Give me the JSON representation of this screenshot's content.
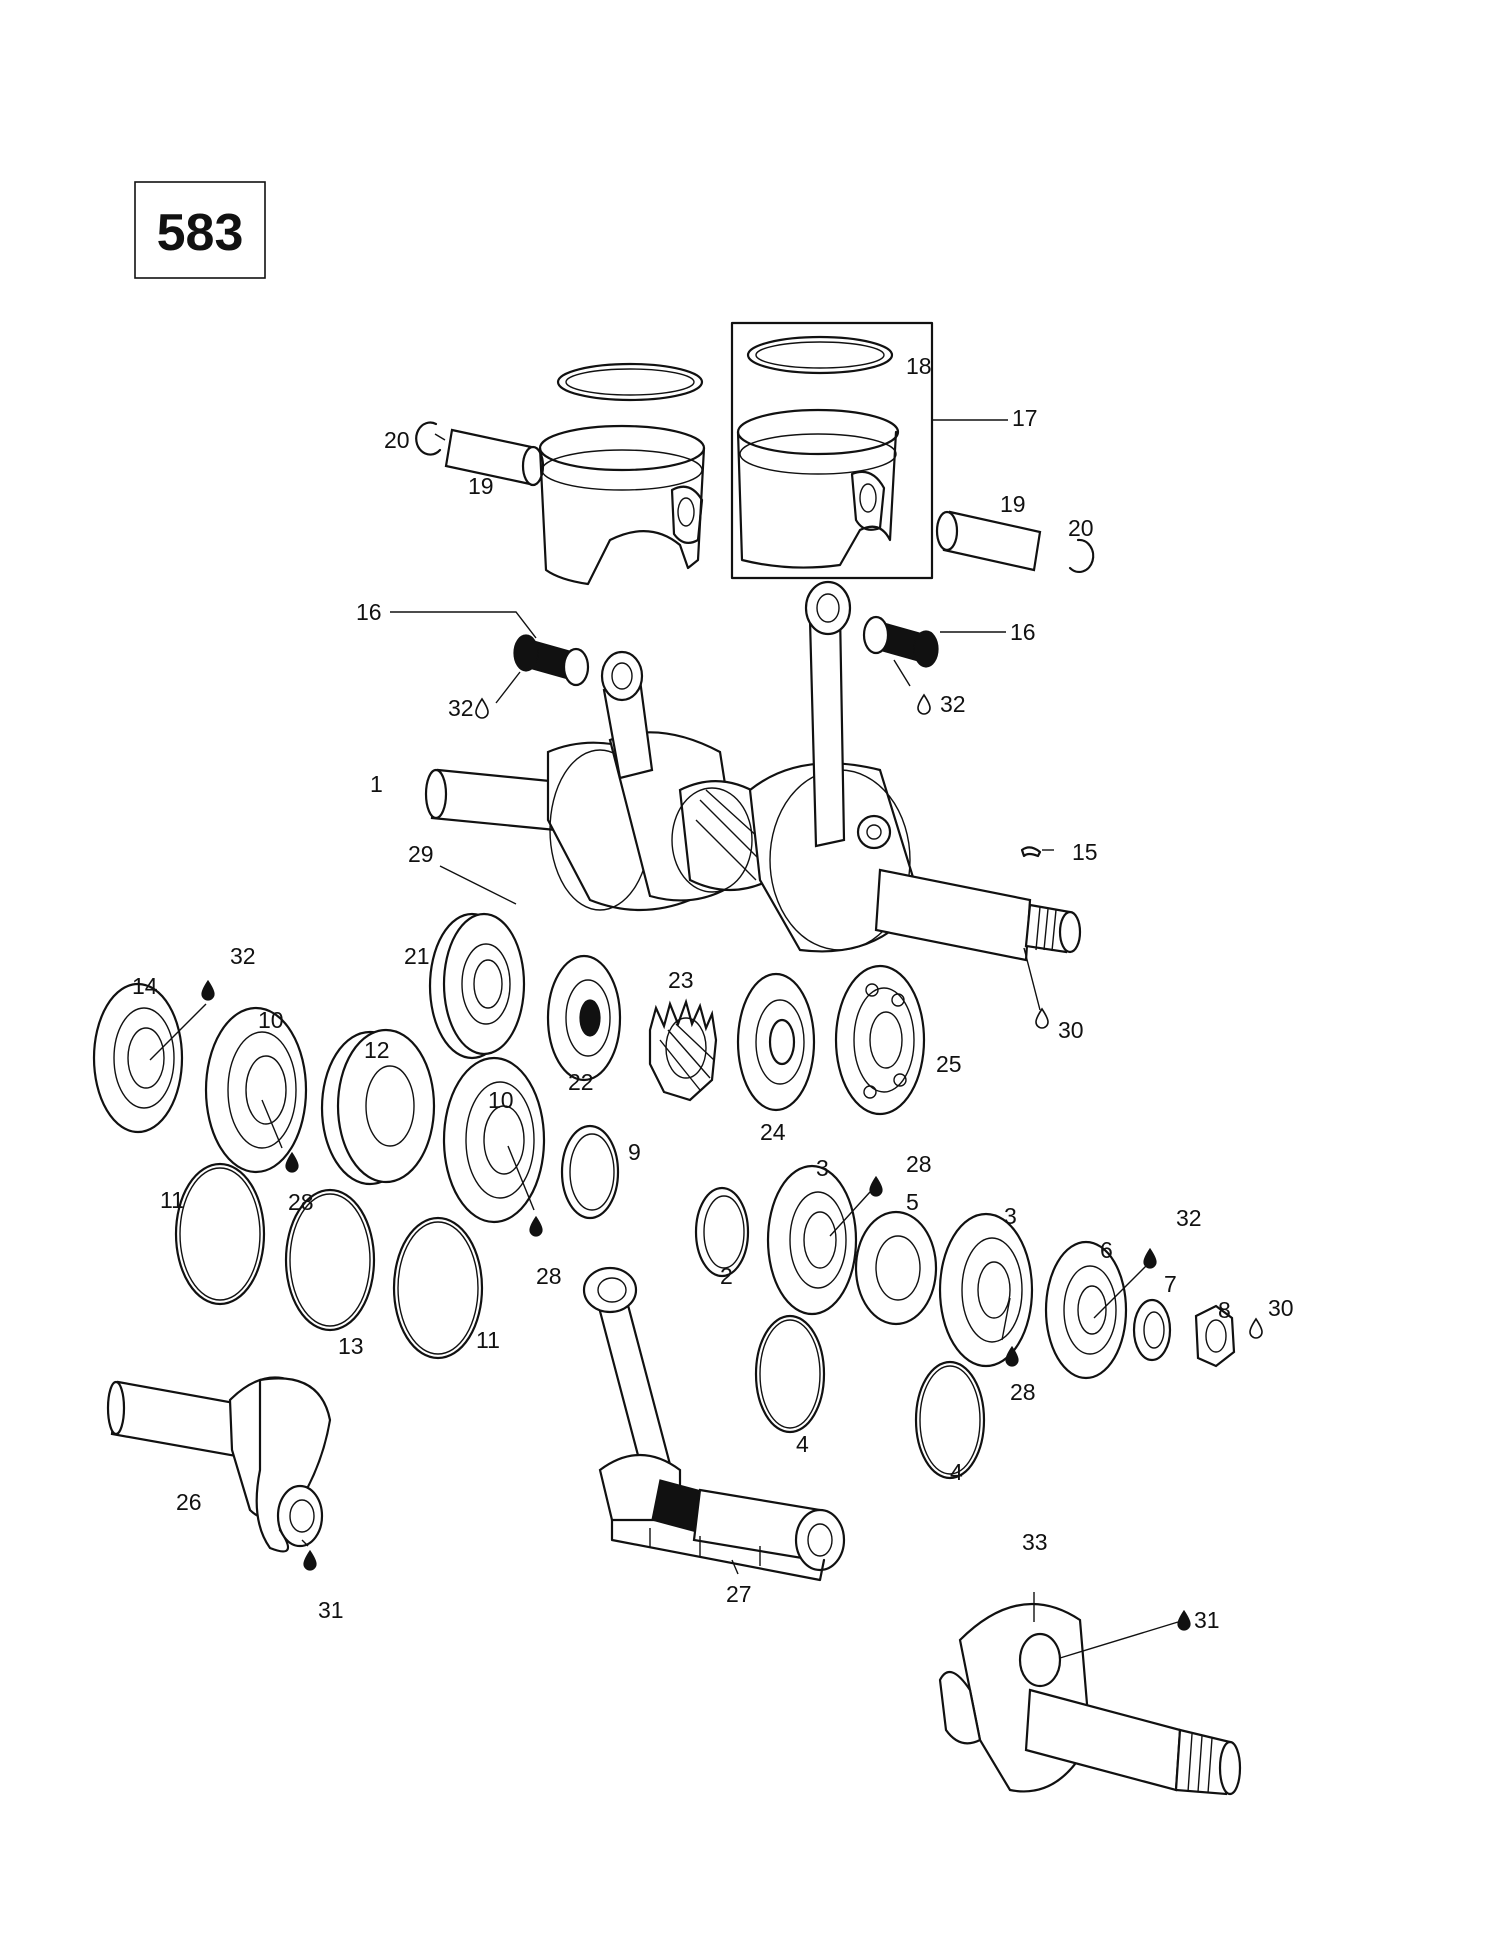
{
  "diagram_number": "583",
  "labels": {
    "p1": "1",
    "p2": "2",
    "p3a": "3",
    "p3b": "3",
    "p4a": "4",
    "p4b": "4",
    "p5": "5",
    "p6": "6",
    "p7": "7",
    "p8": "8",
    "p9": "9",
    "p10a": "10",
    "p10b": "10",
    "p11a": "11",
    "p11b": "11",
    "p12": "12",
    "p13": "13",
    "p14": "14",
    "p15": "15",
    "p16a": "16",
    "p16b": "16",
    "p17": "17",
    "p18": "18",
    "p19a": "19",
    "p19b": "19",
    "p20a": "20",
    "p20b": "20",
    "p21": "21",
    "p22": "22",
    "p23": "23",
    "p24": "24",
    "p25": "25",
    "p26": "26",
    "p27": "27",
    "p28a": "28",
    "p28b": "28",
    "p28c": "28",
    "p28d": "28",
    "p29": "29",
    "p30a": "30",
    "p30b": "30",
    "p31a": "31",
    "p31b": "31",
    "p32a": "32",
    "p32b": "32",
    "p32c": "32",
    "p32d": "32",
    "p33": "33"
  }
}
